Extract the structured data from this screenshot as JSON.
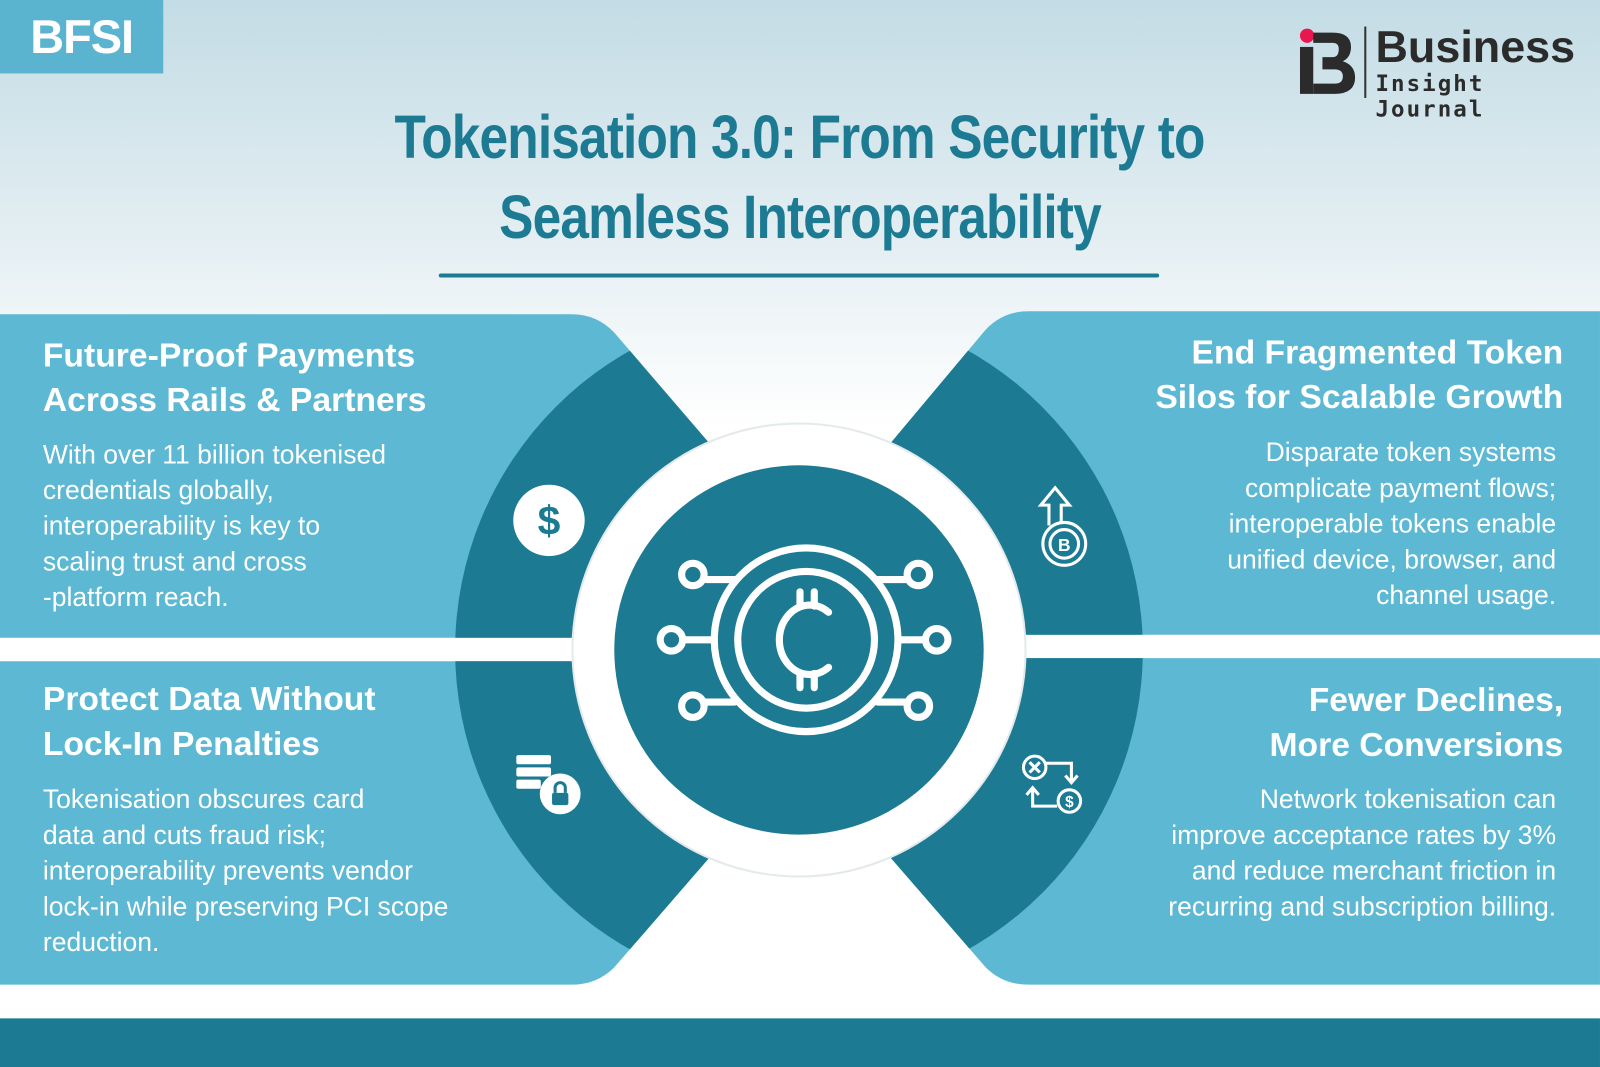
{
  "tag": "BFSI",
  "logo": {
    "mark": "iB",
    "line1": "Business",
    "line2": "Insight Journal"
  },
  "title": {
    "line1": "Tokenisation 3.0: From Security to",
    "line2": "Seamless Interoperability"
  },
  "colors": {
    "dark": "#1c7b93",
    "light": "#5db8d3",
    "accent": "#e8174f"
  },
  "sections": [
    {
      "heading": [
        "Future-Proof Payments",
        "Across Rails & Partners"
      ],
      "body": [
        "With over 11 billion tokenised",
        "credentials globally,",
        "interoperability is key to",
        "scaling trust and cross",
        "-platform reach."
      ],
      "icon": "dollar-coin-icon"
    },
    {
      "heading": [
        "End Fragmented Token",
        "Silos for Scalable Growth"
      ],
      "body": [
        "Disparate token systems",
        "complicate payment flows;",
        "interoperable tokens enable",
        "unified device, browser, and",
        "channel usage."
      ],
      "icon": "bitcoin-growth-icon"
    },
    {
      "heading": [
        "Protect Data Without",
        "Lock-In Penalties"
      ],
      "body": [
        "Tokenisation obscures card",
        "data and cuts fraud risk;",
        "interoperability prevents vendor",
        "lock-in while preserving PCI scope",
        "reduction."
      ],
      "icon": "database-lock-icon"
    },
    {
      "heading": [
        "Fewer Declines,",
        "More Conversions"
      ],
      "body": [
        "Network tokenisation can",
        "improve acceptance rates by 3%",
        "and reduce merchant friction in",
        "recurring and subscription billing."
      ],
      "icon": "payment-exchange-icon"
    }
  ]
}
